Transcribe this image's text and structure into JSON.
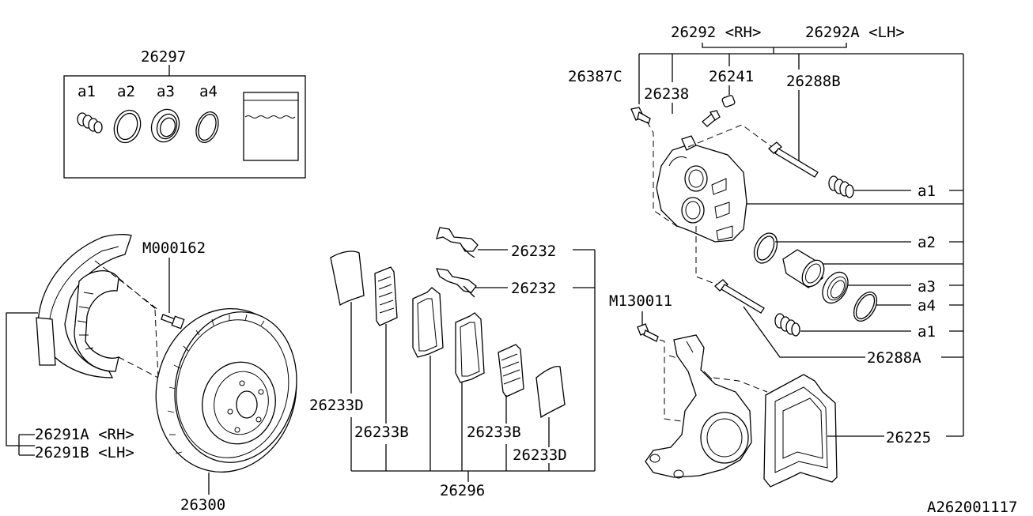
{
  "diagram_id": "A262001117",
  "labels": {
    "seal_kit": "26297",
    "kit_a1": "a1",
    "kit_a2": "a2",
    "kit_a3": "a3",
    "kit_a4": "a4",
    "bolt_m000162": "M000162",
    "backing_plate_rh": "26291A <RH>",
    "backing_plate_lh": "26291B <LH>",
    "disc_rotor": "26300",
    "pad_clip_1": "26232",
    "pad_clip_2": "26232",
    "shim_d_left": "26233D",
    "shim_b_left": "26233B",
    "shim_b_right": "26233B",
    "shim_d_right": "26233D",
    "pad_kit": "26296",
    "caliper_rh": "26292 <RH>",
    "caliper_lh": "26292A <LH>",
    "bleeder_cap": "26241",
    "bolt_26387c": "26387C",
    "bleeder_screw": "26238",
    "guide_pin_b": "26288B",
    "callout_a1_top": "a1",
    "callout_a2": "a2",
    "callout_a3": "a3",
    "callout_a4": "a4",
    "callout_a1_bottom": "a1",
    "bolt_m130011": "M130011",
    "guide_pin_a": "26288A",
    "support": "26225"
  }
}
